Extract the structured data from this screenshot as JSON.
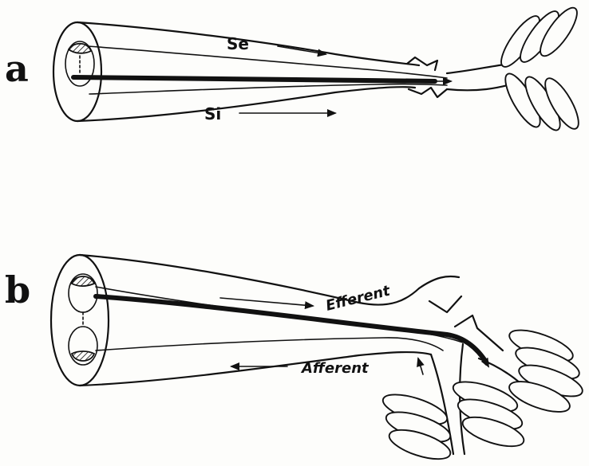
{
  "panels": {
    "a": {
      "label": "a",
      "upper_arrow_label": "Se",
      "lower_arrow_label": "Si"
    },
    "b": {
      "label": "b",
      "upper_arrow_label": "Efferent",
      "lower_arrow_label": "Afferent"
    }
  },
  "colors": {
    "ink": "#111111",
    "paper": "#fdfdfb"
  }
}
